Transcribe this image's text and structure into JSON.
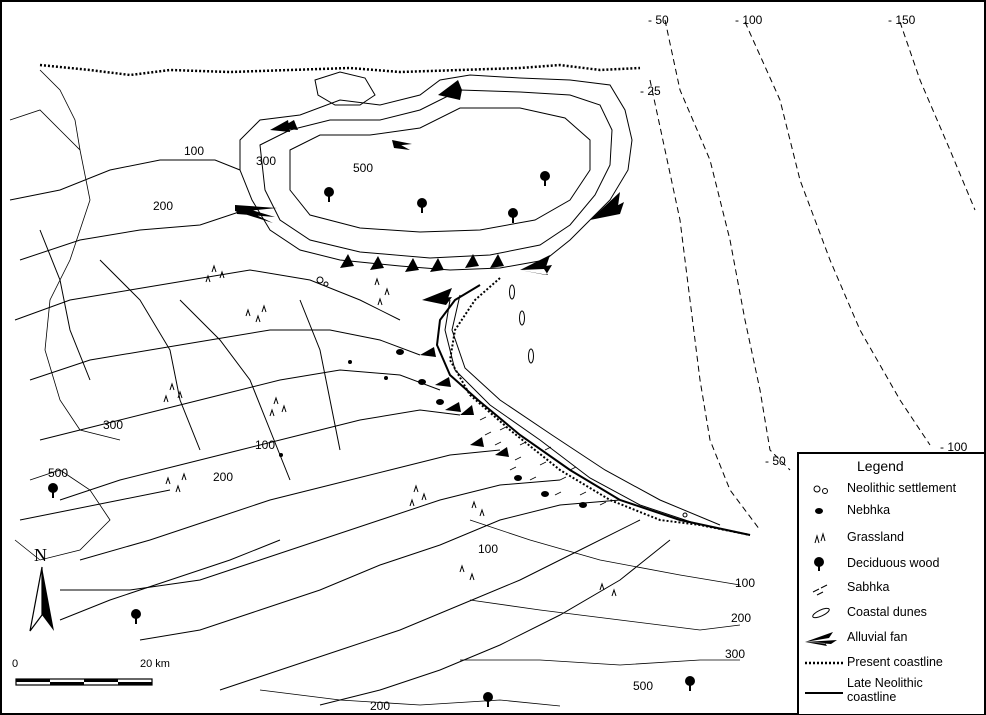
{
  "legend": {
    "title": "Legend",
    "items": [
      {
        "label": "Neolithic settlement",
        "icon": "settlement-icon"
      },
      {
        "label": "Nebhka",
        "icon": "nebhka-icon"
      },
      {
        "label": "Grassland",
        "icon": "grassland-icon"
      },
      {
        "label": "Deciduous wood",
        "icon": "tree-icon"
      },
      {
        "label": "Sabhka",
        "icon": "sabhka-icon"
      },
      {
        "label": "Coastal dunes",
        "icon": "dune-icon"
      },
      {
        "label": "Alluvial fan",
        "icon": "fan-icon"
      },
      {
        "label": "Present coastline",
        "icon": "dotted-line-icon"
      },
      {
        "label": "Late Neolithic coastline",
        "icon": "solid-line-icon"
      }
    ]
  },
  "north": {
    "label": "N"
  },
  "scale": {
    "start": "0",
    "end": "20 km"
  },
  "contours": {
    "sea": [
      "- 50",
      "- 100",
      "- 150",
      "- 25",
      "- 100",
      "- 50"
    ],
    "land": [
      "100",
      "300",
      "500",
      "200",
      "300",
      "100",
      "500",
      "200",
      "100",
      "100",
      "200",
      "300",
      "500",
      "200"
    ]
  },
  "colors": {
    "ink": "#000000",
    "paper": "#ffffff"
  }
}
